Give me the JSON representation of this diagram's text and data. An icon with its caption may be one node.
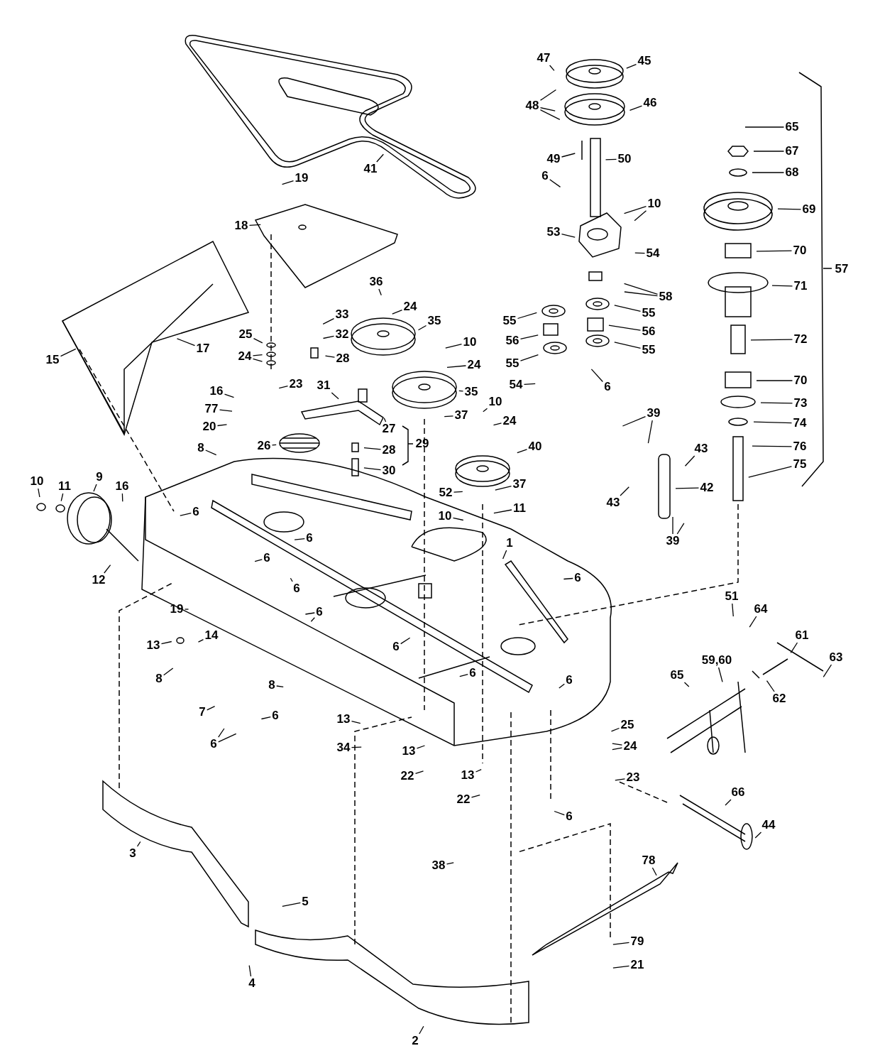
{
  "diagram": {
    "nodes": [
      {
        "text": [
          "41"
        ]
      },
      {
        "text": [
          "19"
        ]
      },
      {
        "text": [
          "18"
        ]
      },
      {
        "text": [
          "47"
        ]
      },
      {
        "text": [
          "45"
        ]
      },
      {
        "text": [
          "48"
        ]
      },
      {
        "text": [
          "46"
        ]
      },
      {
        "text": [
          "49"
        ]
      },
      {
        "text": [
          "50"
        ]
      },
      {
        "text": [
          "65"
        ]
      },
      {
        "text": [
          "67"
        ]
      },
      {
        "text": [
          "68"
        ]
      },
      {
        "text": [
          "6"
        ]
      },
      {
        "text": [
          "10"
        ]
      },
      {
        "text": [
          "69"
        ]
      },
      {
        "text": [
          "53"
        ]
      },
      {
        "text": [
          "70"
        ]
      },
      {
        "text": [
          "54"
        ]
      },
      {
        "text": [
          "36"
        ]
      },
      {
        "text": [
          "71"
        ]
      },
      {
        "text": [
          "58"
        ]
      },
      {
        "text": [
          "24"
        ]
      },
      {
        "text": [
          "55"
        ]
      },
      {
        "text": [
          "55"
        ]
      },
      {
        "text": [
          "33"
        ]
      },
      {
        "text": [
          "35"
        ]
      },
      {
        "text": [
          "32"
        ]
      },
      {
        "text": [
          "25"
        ]
      },
      {
        "text": [
          "56"
        ]
      },
      {
        "text": [
          "56"
        ]
      },
      {
        "text": [
          "72"
        ]
      },
      {
        "text": [
          "10"
        ]
      },
      {
        "text": [
          "17"
        ]
      },
      {
        "text": [
          "55"
        ]
      },
      {
        "text": [
          "55"
        ]
      },
      {
        "text": [
          "24"
        ]
      },
      {
        "text": [
          "28"
        ]
      },
      {
        "text": [
          "15"
        ]
      },
      {
        "text": [
          "24"
        ]
      },
      {
        "text": [
          "70"
        ]
      },
      {
        "text": [
          "23"
        ]
      },
      {
        "text": [
          "54"
        ]
      },
      {
        "text": [
          "31"
        ]
      },
      {
        "text": [
          "6"
        ]
      },
      {
        "text": [
          "35"
        ]
      },
      {
        "text": [
          "16"
        ]
      },
      {
        "text": [
          "10"
        ]
      },
      {
        "text": [
          "73"
        ]
      },
      {
        "text": [
          "77"
        ]
      },
      {
        "text": [
          "39"
        ]
      },
      {
        "text": [
          "37"
        ]
      },
      {
        "text": [
          "24"
        ]
      },
      {
        "text": [
          "74"
        ]
      },
      {
        "text": [
          "20"
        ]
      },
      {
        "text": [
          "27"
        ]
      },
      {
        "text": [
          "76"
        ]
      },
      {
        "text": [
          "28"
        ]
      },
      {
        "text": [
          "40"
        ]
      },
      {
        "text": [
          "8"
        ]
      },
      {
        "text": [
          "43"
        ]
      },
      {
        "text": [
          "26"
        ]
      },
      {
        "text": [
          "75"
        ]
      },
      {
        "text": [
          "30"
        ]
      },
      {
        "text": [
          "10"
        ]
      },
      {
        "text": [
          "37"
        ]
      },
      {
        "text": [
          "11"
        ]
      },
      {
        "text": [
          "9"
        ]
      },
      {
        "text": [
          "16"
        ]
      },
      {
        "text": [
          "42"
        ]
      },
      {
        "text": [
          "52"
        ]
      },
      {
        "text": [
          "11"
        ]
      },
      {
        "text": [
          "43"
        ]
      },
      {
        "text": [
          "6"
        ]
      },
      {
        "text": [
          "10"
        ]
      },
      {
        "text": [
          "6"
        ]
      },
      {
        "text": [
          "39"
        ]
      },
      {
        "text": [
          "1"
        ]
      },
      {
        "text": [
          "6"
        ]
      },
      {
        "text": [
          "6"
        ]
      },
      {
        "text": [
          "12"
        ]
      },
      {
        "text": [
          "6"
        ]
      },
      {
        "text": [
          "51"
        ]
      },
      {
        "text": [
          "64"
        ]
      },
      {
        "text": [
          "6"
        ]
      },
      {
        "text": [
          "19"
        ]
      },
      {
        "text": [
          "13"
        ]
      },
      {
        "text": [
          "14"
        ]
      },
      {
        "text": [
          "61"
        ]
      },
      {
        "text": [
          "6"
        ]
      },
      {
        "text": [
          "63"
        ]
      },
      {
        "text": [
          "59,60"
        ]
      },
      {
        "text": [
          "6"
        ]
      },
      {
        "text": [
          "65"
        ]
      },
      {
        "text": [
          "8"
        ]
      },
      {
        "text": [
          "6"
        ]
      },
      {
        "text": [
          "8"
        ]
      },
      {
        "text": [
          "62"
        ]
      },
      {
        "text": [
          "7"
        ]
      },
      {
        "text": [
          "6"
        ]
      },
      {
        "text": [
          "13"
        ]
      },
      {
        "text": [
          "25"
        ]
      },
      {
        "text": [
          "6"
        ]
      },
      {
        "text": [
          "24"
        ]
      },
      {
        "text": [
          "34"
        ]
      },
      {
        "text": [
          "13"
        ]
      },
      {
        "text": [
          "13"
        ]
      },
      {
        "text": [
          "22"
        ]
      },
      {
        "text": [
          "23"
        ]
      },
      {
        "text": [
          "66"
        ]
      },
      {
        "text": [
          "22"
        ]
      },
      {
        "text": [
          "6"
        ]
      },
      {
        "text": [
          "44"
        ]
      },
      {
        "text": [
          "3"
        ]
      },
      {
        "text": [
          "78"
        ]
      },
      {
        "text": [
          "38"
        ]
      },
      {
        "text": [
          "5"
        ]
      },
      {
        "text": [
          "79"
        ]
      },
      {
        "text": [
          "21"
        ]
      },
      {
        "text": [
          "4"
        ]
      },
      {
        "text": [
          "2"
        ]
      }
    ],
    "edges": [
      {
        "from": 0,
        "to": null,
        "arrow": "none"
      },
      {
        "from": 1,
        "to": null,
        "arrow": "none"
      },
      {
        "from": 2,
        "to": null,
        "arrow": "none"
      },
      {
        "from": 3,
        "to": null,
        "arrow": "none"
      },
      {
        "from": 4,
        "to": null,
        "arrow": "none"
      },
      {
        "from": 5,
        "to": null,
        "arrow": "none"
      },
      {
        "from": 5,
        "to": null,
        "arrow": "none"
      },
      {
        "from": 5,
        "to": null,
        "arrow": "none"
      },
      {
        "from": 6,
        "to": null,
        "arrow": "none"
      },
      {
        "from": 7,
        "to": null,
        "arrow": "none"
      },
      {
        "from": 8,
        "to": null,
        "arrow": "none"
      },
      {
        "from": 9,
        "to": null,
        "arrow": "none"
      },
      {
        "from": 10,
        "to": null,
        "arrow": "none"
      },
      {
        "from": 11,
        "to": null,
        "arrow": "none"
      },
      {
        "from": 12,
        "to": null,
        "arrow": "none"
      },
      {
        "from": 13,
        "to": null,
        "arrow": "none"
      },
      {
        "from": 13,
        "to": null,
        "arrow": "none"
      },
      {
        "from": 14,
        "to": null,
        "arrow": "none"
      },
      {
        "from": 15,
        "to": null,
        "arrow": "none"
      },
      {
        "from": 16,
        "to": null,
        "arrow": "none"
      },
      {
        "from": 17,
        "to": null,
        "arrow": "none"
      },
      {
        "from": 18,
        "to": null,
        "arrow": "none"
      },
      {
        "from": 19,
        "to": null,
        "arrow": "none"
      },
      {
        "from": 20,
        "to": null,
        "arrow": "none"
      },
      {
        "from": 20,
        "to": null,
        "arrow": "none"
      },
      {
        "from": 21,
        "to": null,
        "arrow": "none"
      },
      {
        "from": 22,
        "to": null,
        "arrow": "none"
      },
      {
        "from": 23,
        "to": null,
        "arrow": "none"
      },
      {
        "from": 24,
        "to": null,
        "arrow": "none"
      },
      {
        "from": 25,
        "to": null,
        "arrow": "none"
      },
      {
        "from": 26,
        "to": null,
        "arrow": "none"
      },
      {
        "from": 27,
        "to": null,
        "arrow": "none"
      },
      {
        "from": 28,
        "to": null,
        "arrow": "none"
      },
      {
        "from": 29,
        "to": null,
        "arrow": "none"
      },
      {
        "from": 30,
        "to": null,
        "arrow": "none"
      },
      {
        "from": 31,
        "to": null,
        "arrow": "none"
      },
      {
        "from": 32,
        "to": null,
        "arrow": "none"
      },
      {
        "from": 33,
        "to": null,
        "arrow": "none"
      },
      {
        "from": 34,
        "to": null,
        "arrow": "none"
      },
      {
        "from": 35,
        "to": null,
        "arrow": "none"
      },
      {
        "from": 35,
        "to": null,
        "arrow": "none"
      },
      {
        "from": 36,
        "to": null,
        "arrow": "none"
      },
      {
        "from": 37,
        "to": null,
        "arrow": "none"
      },
      {
        "from": 38,
        "to": null,
        "arrow": "none"
      },
      {
        "from": 39,
        "to": null,
        "arrow": "none"
      },
      {
        "from": 40,
        "to": null,
        "arrow": "none"
      },
      {
        "from": 41,
        "to": null,
        "arrow": "none"
      },
      {
        "from": 42,
        "to": null,
        "arrow": "none"
      },
      {
        "from": 43,
        "to": null,
        "arrow": "none"
      },
      {
        "from": 44,
        "to": null,
        "arrow": "none"
      },
      {
        "from": 45,
        "to": null,
        "arrow": "none"
      },
      {
        "from": 46,
        "to": null,
        "arrow": "none"
      },
      {
        "from": 47,
        "to": null,
        "arrow": "none"
      },
      {
        "from": 48,
        "to": null,
        "arrow": "none"
      },
      {
        "from": 49,
        "to": null,
        "arrow": "none"
      },
      {
        "from": 49,
        "to": null,
        "arrow": "none"
      },
      {
        "from": 50,
        "to": null,
        "arrow": "none"
      },
      {
        "from": 51,
        "to": null,
        "arrow": "none"
      },
      {
        "from": 52,
        "to": null,
        "arrow": "none"
      },
      {
        "from": 53,
        "to": null,
        "arrow": "none"
      },
      {
        "from": 54,
        "to": null,
        "arrow": "none"
      },
      {
        "from": 55,
        "to": null,
        "arrow": "none"
      },
      {
        "from": 56,
        "to": null,
        "arrow": "none"
      },
      {
        "from": 57,
        "to": null,
        "arrow": "none"
      },
      {
        "from": 58,
        "to": null,
        "arrow": "none"
      },
      {
        "from": 59,
        "to": null,
        "arrow": "none"
      },
      {
        "from": 60,
        "to": null,
        "arrow": "none"
      },
      {
        "from": 61,
        "to": null,
        "arrow": "none"
      },
      {
        "from": 62,
        "to": null,
        "arrow": "none"
      },
      {
        "from": 63,
        "to": null,
        "arrow": "none"
      },
      {
        "from": 64,
        "to": null,
        "arrow": "none"
      },
      {
        "from": 65,
        "to": null,
        "arrow": "none"
      },
      {
        "from": 66,
        "to": null,
        "arrow": "none"
      },
      {
        "from": 67,
        "to": null,
        "arrow": "none"
      },
      {
        "from": 68,
        "to": null,
        "arrow": "none"
      },
      {
        "from": 69,
        "to": null,
        "arrow": "none"
      },
      {
        "from": 70,
        "to": null,
        "arrow": "none"
      },
      {
        "from": 71,
        "to": null,
        "arrow": "none"
      },
      {
        "from": 72,
        "to": null,
        "arrow": "none"
      },
      {
        "from": 73,
        "to": null,
        "arrow": "none"
      },
      {
        "from": 74,
        "to": null,
        "arrow": "none"
      },
      {
        "from": 75,
        "to": null,
        "arrow": "none"
      },
      {
        "from": 75,
        "to": null,
        "arrow": "none"
      },
      {
        "from": 76,
        "to": null,
        "arrow": "none"
      },
      {
        "from": 77,
        "to": null,
        "arrow": "none"
      },
      {
        "from": 78,
        "to": null,
        "arrow": "none"
      },
      {
        "from": 79,
        "to": null,
        "arrow": "none"
      },
      {
        "from": 80,
        "to": null,
        "arrow": "none"
      },
      {
        "from": 81,
        "to": null,
        "arrow": "none"
      },
      {
        "from": 82,
        "to": null,
        "arrow": "none"
      },
      {
        "from": 83,
        "to": null,
        "arrow": "none"
      },
      {
        "from": 83,
        "to": null,
        "arrow": "none"
      },
      {
        "from": 84,
        "to": null,
        "arrow": "none"
      },
      {
        "from": 85,
        "to": null,
        "arrow": "none"
      },
      {
        "from": 86,
        "to": null,
        "arrow": "none"
      },
      {
        "from": 87,
        "to": null,
        "arrow": "none"
      },
      {
        "from": 88,
        "to": null,
        "arrow": "none"
      },
      {
        "from": 89,
        "to": null,
        "arrow": "none"
      },
      {
        "from": 90,
        "to": null,
        "arrow": "none"
      },
      {
        "from": 91,
        "to": null,
        "arrow": "none"
      },
      {
        "from": 92,
        "to": null,
        "arrow": "none"
      },
      {
        "from": 93,
        "to": null,
        "arrow": "none"
      },
      {
        "from": 94,
        "to": null,
        "arrow": "none"
      },
      {
        "from": 95,
        "to": null,
        "arrow": "none"
      },
      {
        "from": 96,
        "to": null,
        "arrow": "none"
      },
      {
        "from": 97,
        "to": null,
        "arrow": "none"
      },
      {
        "from": 98,
        "to": null,
        "arrow": "none"
      },
      {
        "from": 99,
        "to": null,
        "arrow": "none"
      },
      {
        "from": 100,
        "to": null,
        "arrow": "none"
      },
      {
        "from": 101,
        "to": null,
        "arrow": "none"
      },
      {
        "from": 101,
        "to": null,
        "arrow": "none"
      },
      {
        "from": 102,
        "to": null,
        "arrow": "none"
      },
      {
        "from": 102,
        "to": null,
        "arrow": "none"
      },
      {
        "from": 103,
        "to": null,
        "arrow": "none"
      },
      {
        "from": 104,
        "to": null,
        "arrow": "none"
      },
      {
        "from": 105,
        "to": null,
        "arrow": "none"
      },
      {
        "from": 106,
        "to": null,
        "arrow": "none"
      },
      {
        "from": 107,
        "to": null,
        "arrow": "none"
      },
      {
        "from": 108,
        "to": null,
        "arrow": "none"
      },
      {
        "from": 109,
        "to": null,
        "arrow": "none"
      },
      {
        "from": 110,
        "to": null,
        "arrow": "none"
      },
      {
        "from": 111,
        "to": null,
        "arrow": "none"
      },
      {
        "from": 112,
        "to": null,
        "arrow": "none"
      },
      {
        "from": 113,
        "to": null,
        "arrow": "none"
      },
      {
        "from": 114,
        "to": null,
        "arrow": "none"
      },
      {
        "from": 115,
        "to": null,
        "arrow": "none"
      },
      {
        "from": 116,
        "to": null,
        "arrow": "none"
      },
      {
        "from": 117,
        "to": null,
        "arrow": "none"
      },
      {
        "from": 118,
        "to": null,
        "arrow": "none"
      },
      {
        "from": 119,
        "to": null,
        "arrow": "none"
      }
    ],
    "labels": [
      "57",
      "29"
    ]
  }
}
